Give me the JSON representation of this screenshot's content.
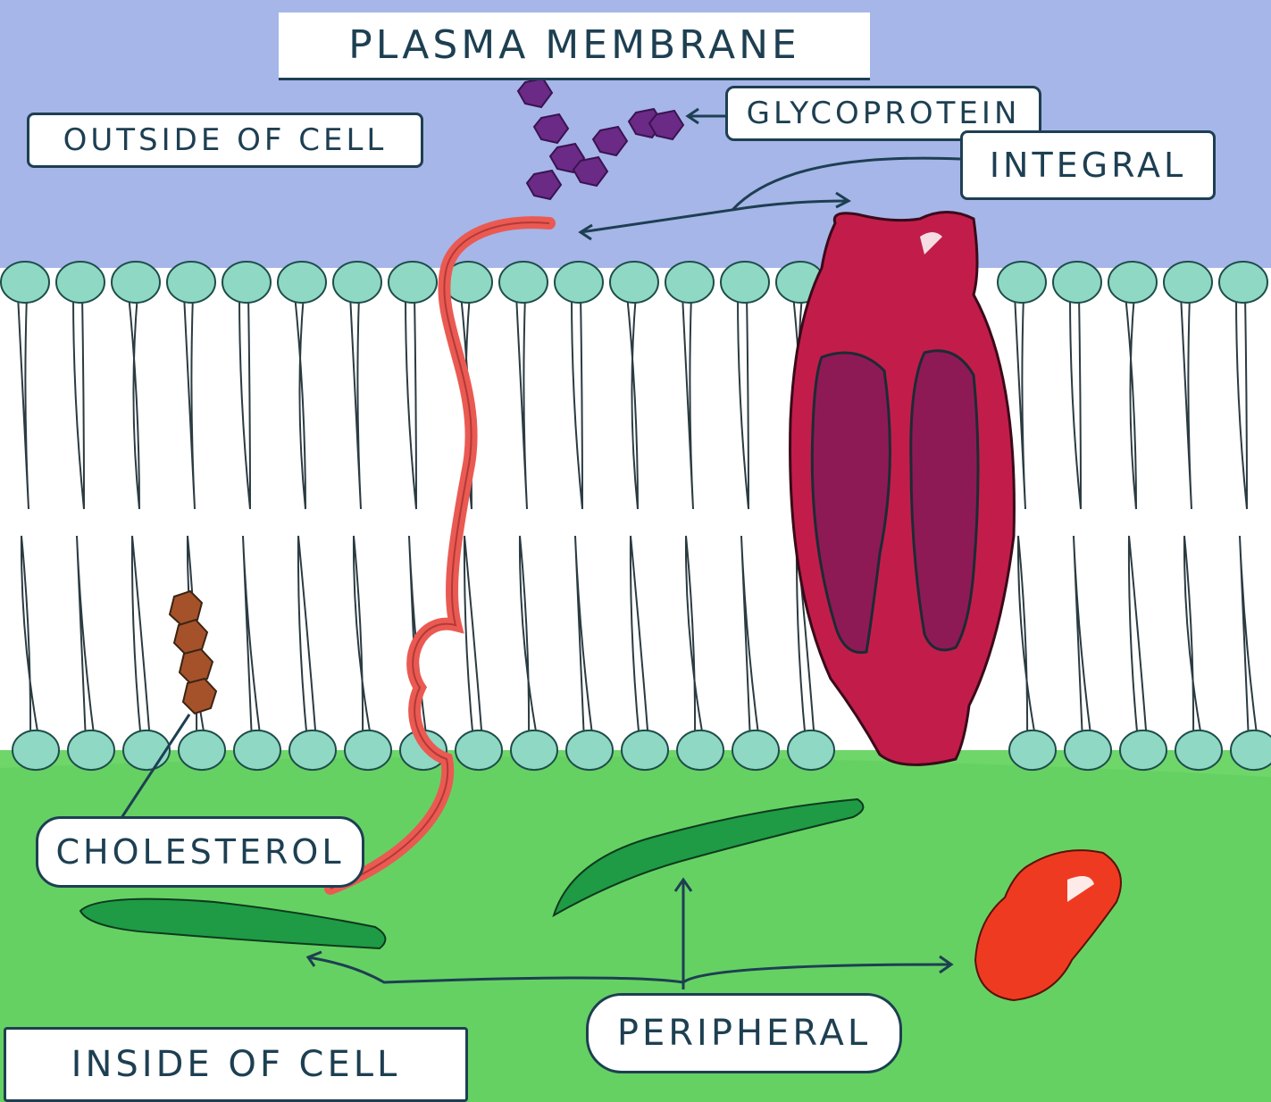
{
  "diagram": {
    "title": "PLASMA MEMBRANE",
    "labels": {
      "outside": "OUTSIDE OF CELL",
      "inside": "INSIDE OF CELL",
      "glycoprotein": "GLYCOPROTEIN",
      "integral": "INTEGRAL",
      "cholesterol": "CHOLESTEROL",
      "peripheral": "PERIPHERAL"
    },
    "colors": {
      "outside_bg": "#9fb0e6",
      "inside_bg": "#6fd66a",
      "phospholipid_head": "#8fd8c4",
      "ink": "#1d3f52",
      "integral_protein": "#c21d4a",
      "integral_inner": "#8e1a55",
      "glycoprotein": "#6a2a86",
      "cholesterol": "#a5522a",
      "peripheral_green": "#1f9a45",
      "peripheral_red": "#ef3a22",
      "strand_red": "#ea5a52"
    }
  }
}
